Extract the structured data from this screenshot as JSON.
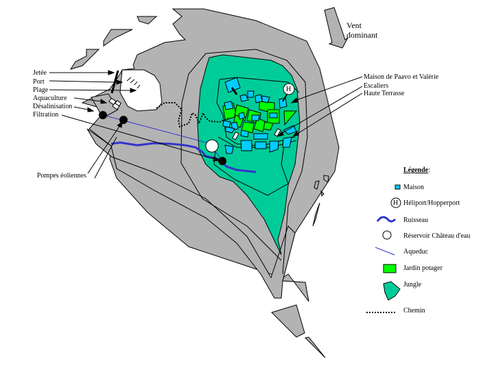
{
  "map": {
    "title": "Plan de l'île",
    "colors": {
      "land": "#b3b3b3",
      "jungle": "#00cc99",
      "house": "#00ccff",
      "garden": "#00ff00",
      "stream": "#3333cc",
      "aqueduct": "#3333cc",
      "outline": "#000000"
    },
    "wind": {
      "line1": "Vent",
      "line2": "dominant"
    },
    "left_labels": {
      "jetee": "Jetée",
      "port": "Port",
      "plage": "Plage",
      "aquaculture": "Aquaculture",
      "desalinisation": "Désalinisation",
      "filtration": "Filtration",
      "pompes": "Pompes éoliennes"
    },
    "right_labels": {
      "maison": "Maison de Paavo et Valérie",
      "escaliers": "Escaliers",
      "terrasse": "Haute Terrasse"
    },
    "heliport_letter": "H"
  },
  "legend": {
    "title": "Légende",
    "title_suffix": ":",
    "items": [
      {
        "icon": "house-square-icon",
        "label": "Maison"
      },
      {
        "icon": "heliport-icon",
        "symbol": "H",
        "label": "Héliport/Hopperport"
      },
      {
        "icon": "stream-wave-icon",
        "label": "Ruisseau"
      },
      {
        "icon": "reservoir-circle-icon",
        "label": "Réservoir Château d'eau"
      },
      {
        "icon": "aqueduct-line-icon",
        "label": "Aqueduc"
      },
      {
        "icon": "garden-square-icon",
        "label": "Jardin potager"
      },
      {
        "icon": "jungle-polygon-icon",
        "label": "Jungle"
      },
      {
        "icon": "path-dotted-icon",
        "label": "Chemin"
      }
    ]
  }
}
